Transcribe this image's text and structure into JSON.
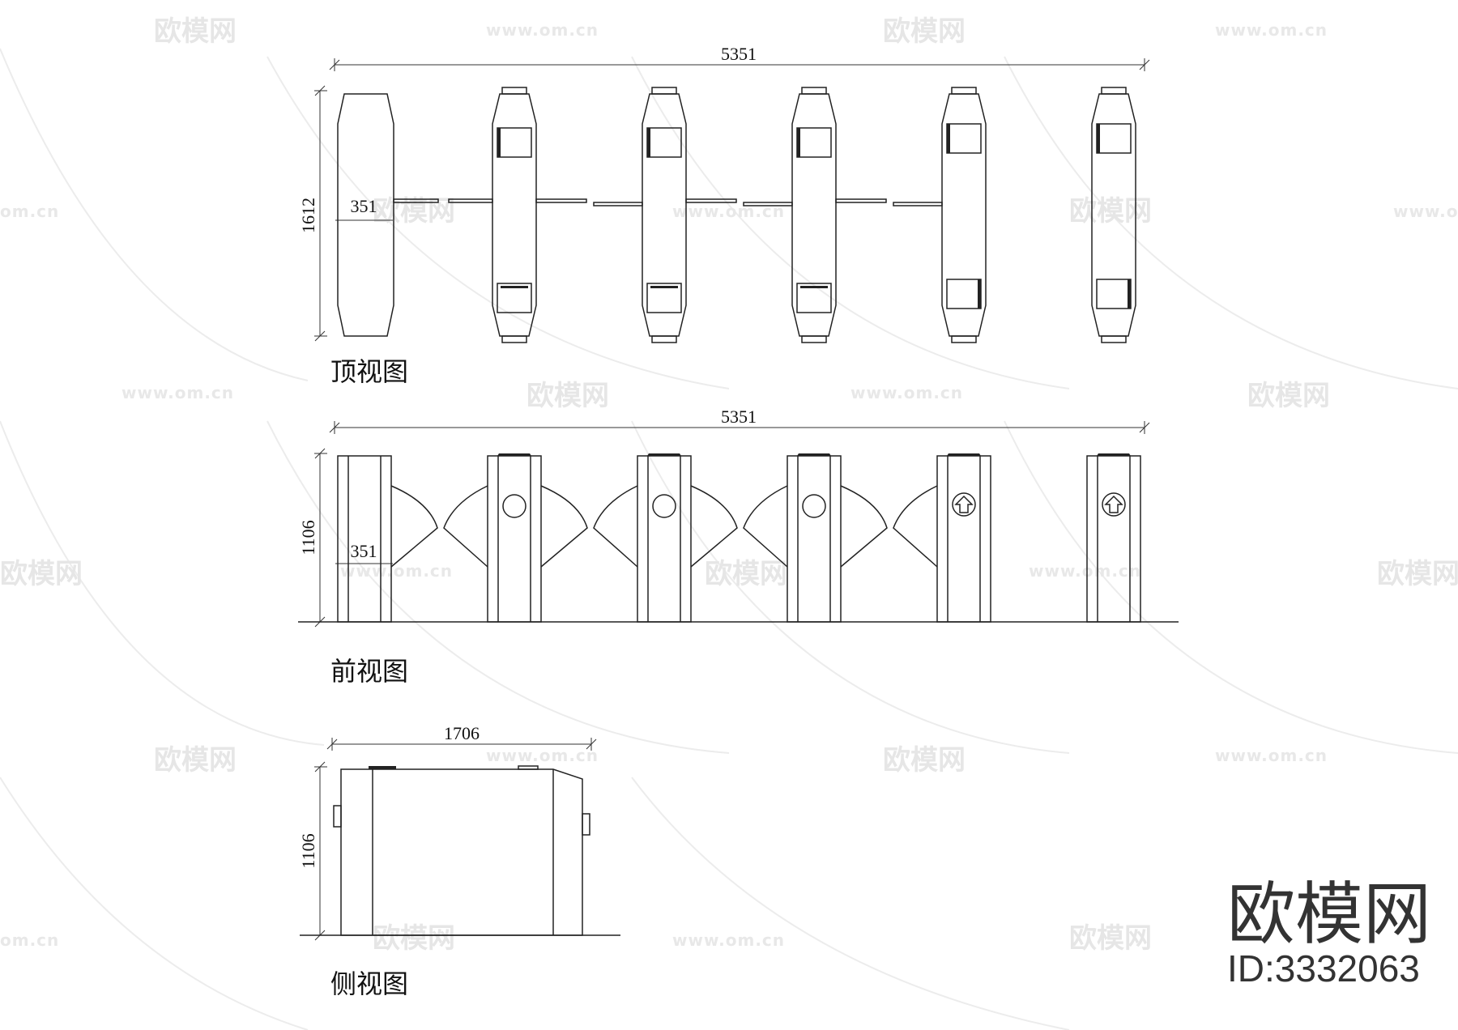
{
  "views": {
    "top": {
      "title": "顶视图",
      "width_dim": "5351",
      "height_dim": "1612",
      "unit_dim": "351"
    },
    "front": {
      "title": "前视图",
      "width_dim": "5351",
      "height_dim": "1106",
      "unit_dim": "351"
    },
    "side": {
      "title": "侧视图",
      "width_dim": "1706",
      "height_dim": "1106"
    }
  },
  "watermark": {
    "brand": "欧模网",
    "url": "www.om.cn",
    "url_fragment": "om.cn",
    "fragment_left": "欧模网"
  },
  "branding": {
    "name": "欧模网",
    "id": "ID:3332063"
  },
  "colors": {
    "line": "#222222",
    "watermark": "#e6e6e6",
    "background": "#ffffff"
  }
}
